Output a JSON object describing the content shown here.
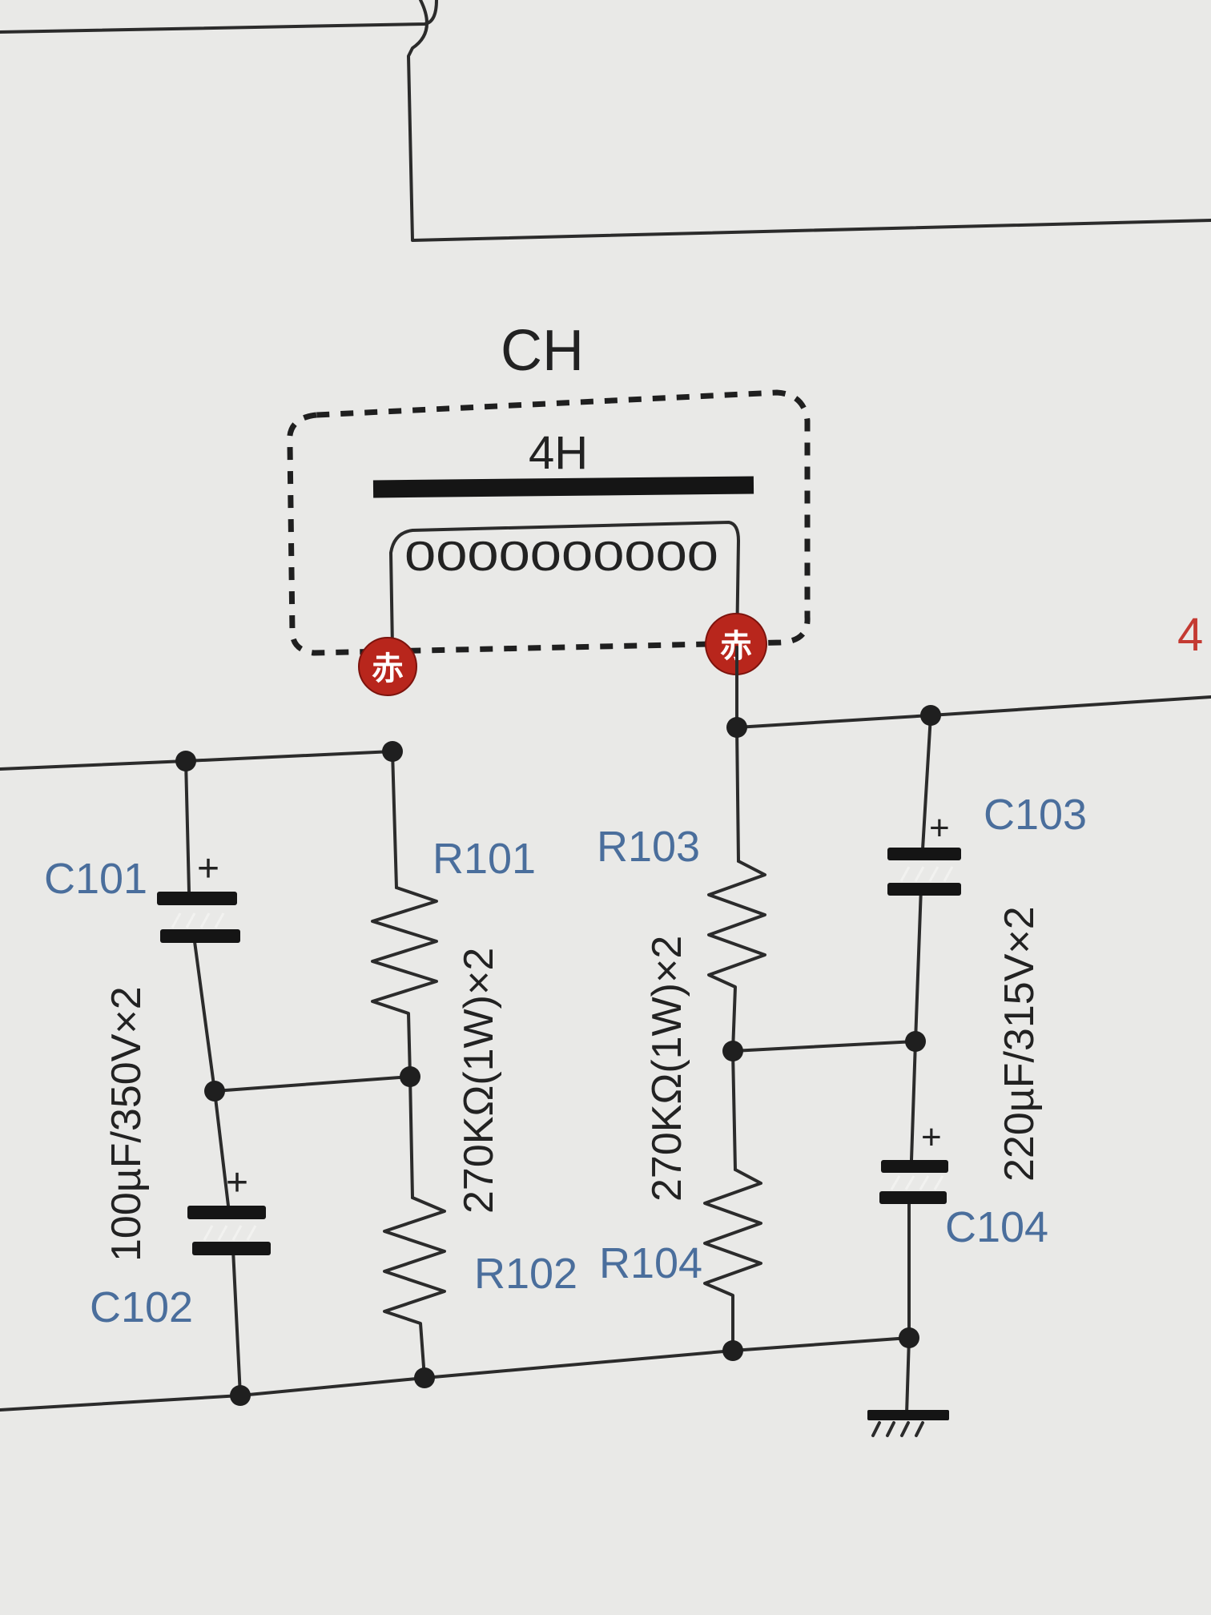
{
  "choke": {
    "name": "CH",
    "value": "4H",
    "coil": "0000000000",
    "terminal_mark": "赤"
  },
  "capacitors": {
    "c101": {
      "ref": "C101",
      "plus": "+"
    },
    "c102": {
      "ref": "C102",
      "plus": "+"
    },
    "c103": {
      "ref": "C103",
      "plus": "+"
    },
    "c104": {
      "ref": "C104",
      "plus": "+"
    },
    "left_rating": "100µF/350V×2",
    "right_rating": "220µF/315V×2"
  },
  "resistors": {
    "r101": "R101",
    "r102": "R102",
    "r103": "R103",
    "r104": "R104",
    "left_value": "270KΩ(1W)×2",
    "right_value": "270KΩ(1W)×2"
  },
  "edge_label": "4",
  "colors": {
    "background": "#e9e9e7",
    "wire": "#2b2b2b",
    "ref_label": "#4a6e9c",
    "terminal": "#b8261c"
  }
}
